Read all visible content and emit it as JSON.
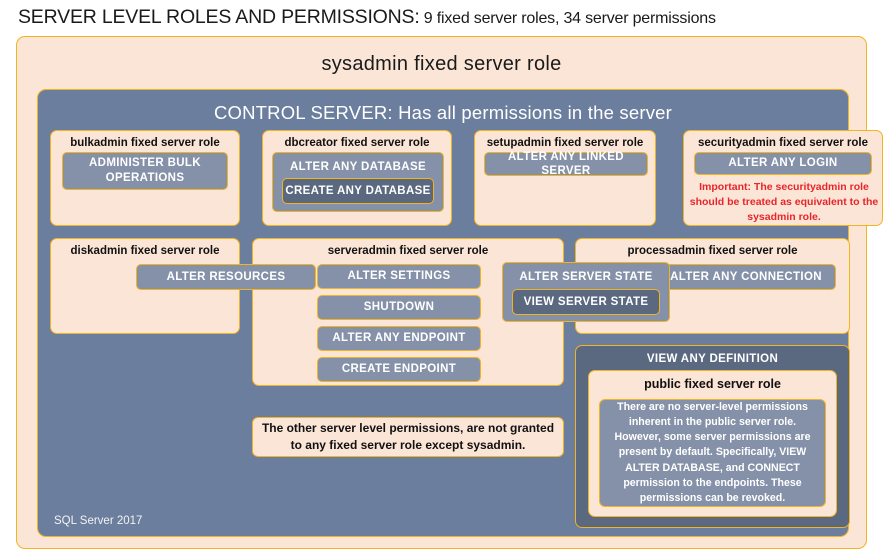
{
  "header": {
    "title": "SERVER LEVEL ROLES AND PERMISSIONS:",
    "subtitle": " 9 fixed server roles, 34 server permissions"
  },
  "sysadmin": {
    "title": "sysadmin fixed server role"
  },
  "control_server": {
    "title": "CONTROL SERVER: Has all permissions in the server",
    "version_label": "SQL Server 2017"
  },
  "roles": {
    "bulkadmin": {
      "title": "bulkadmin fixed server role",
      "permission": "ADMINISTER  BULK OPERATIONS"
    },
    "dbcreator": {
      "title": "dbcreator fixed server role",
      "permission_outer": "ALTER ANY DATABASE",
      "permission_inner": "CREATE  ANY DATABASE"
    },
    "setupadmin": {
      "title": "setupadmin fixed server role",
      "permission": "ALTER ANY LINKED SERVER"
    },
    "securityadmin": {
      "title": "securityadmin fixed server role",
      "permission": "ALTER ANY LOGIN",
      "note": "Important:  The securityadmin role should  be treated as equivalent to the  sysadmin role."
    },
    "diskadmin": {
      "title": "diskadmin fixed server role",
      "permission": "ALTER RESOURCES"
    },
    "serveradmin": {
      "title": "serveradmin fixed server role",
      "permissions": [
        "ALTER SETTINGS",
        "SHUTDOWN",
        "ALTER ANY ENDPOINT",
        "CREATE  ENDPOINT"
      ],
      "permission_shared_outer": "ALTER SERVER STATE",
      "permission_shared_inner": "VIEW SERVER  STATE"
    },
    "processadmin": {
      "title": "processadmin fixed server role",
      "permission": "ALTER ANY CONNECTION"
    },
    "public": {
      "view_any_definition": "VIEW ANY DEFINITION",
      "title": "public  fixed server role",
      "note": "There are no server-level permissions inherent in the public server role. However, some server permissions are present by default. Specifically, VIEW ALTER DATABASE, and CONNECT permission to the endpoints. These permissions can be revoked."
    }
  },
  "notes": {
    "other_permissions": "The other server level permissions,  are not granted to any fixed server role except sysadmin."
  },
  "colors": {
    "cream": "#fbe5d6",
    "gold_border": "#f2b41f",
    "slate_panel": "#6b7e9e",
    "slate_chip": "#8591a8",
    "slate_dark": "#5a6880",
    "red_note": "#e8252a"
  }
}
